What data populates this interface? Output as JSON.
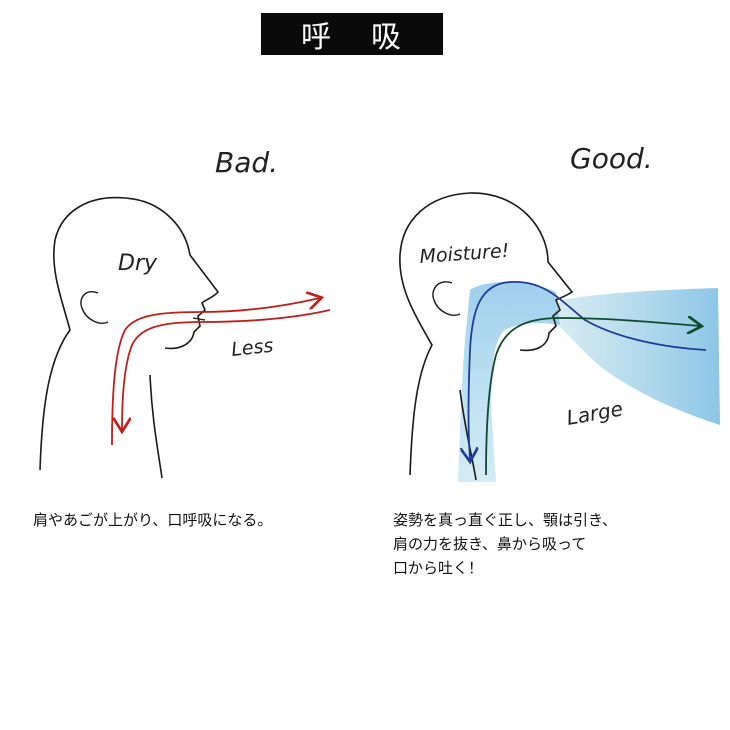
{
  "title": {
    "char1": "呼",
    "char2": "吸"
  },
  "bad": {
    "heading": "Bad.",
    "label_dry": "Dry",
    "label_less": "Less",
    "caption": "肩やあごが上がり、口呼吸になる。",
    "arrow_color": "#c0201c"
  },
  "good": {
    "heading": "Good.",
    "label_moisture": "Moisture!",
    "label_large": "Large",
    "caption_lines": [
      "姿勢を真っ直ぐ正し、顎は引き、",
      "肩の力を抜き、鼻から吸って",
      "口から吐く！"
    ],
    "arrow_color_blue": "#1e3c9a",
    "arrow_color_green": "#0f4a2a",
    "mist_color": "#8fc9e6"
  }
}
